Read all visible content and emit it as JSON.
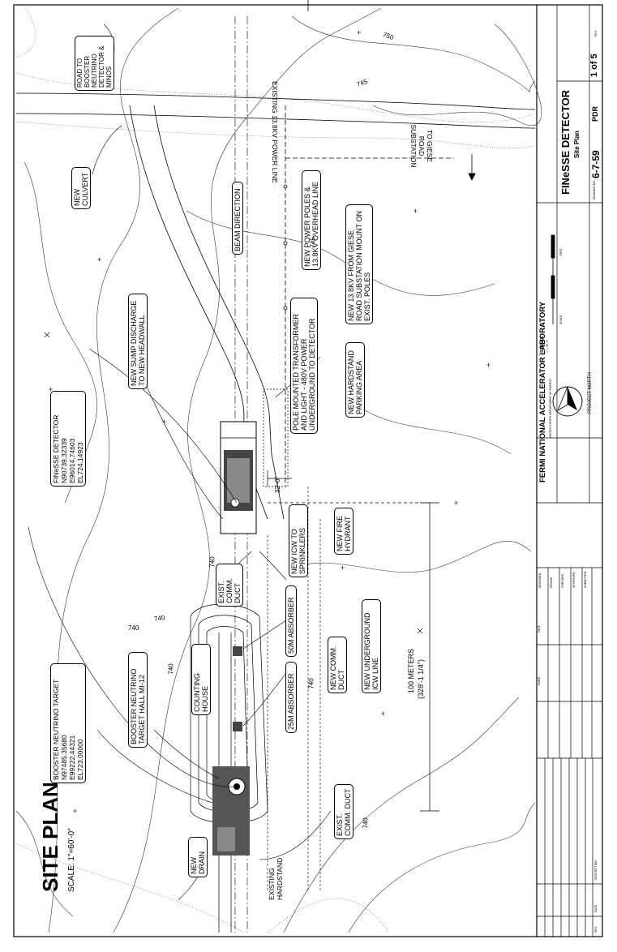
{
  "title": {
    "heading": "SITE PLAN",
    "scale": "SCALE: 1\"=60'-0\""
  },
  "title_block": {
    "lab": "FERMI NATIONAL ACCELERATOR LABORATORY",
    "dept": "UNITED STATES DEPARTMENT OF ENERGY",
    "project": "FINeSSE DETECTOR",
    "sheet_title": "Site Plan",
    "drawing_no_label": "DRAWING NO.",
    "drawing_no": "6-7-59",
    "phase": "PDR",
    "sheet": "1 of 5",
    "rev_label": "REV.",
    "signoff_labels": [
      "DESIGNED",
      "DRAWN",
      "CHECKED",
      "APPROVED",
      "SUBMITTED"
    ],
    "name_header": "NAME",
    "date_header": "DATE",
    "rev_col": "REV.",
    "date_col": "DATE",
    "desc_col": "DESCRIPTION",
    "scale_label": "SCALES",
    "scale_note": "1\" = 60'-0\"",
    "scale_feet": "FEET",
    "scale_word": "SCALE",
    "north_label": "PROJECT NORTH"
  },
  "callouts": {
    "road_to_booster": "ROAD TO BOOSTER NEUTRINO DETECTOR & MINOS",
    "new_culvert": "NEW CULVERT",
    "power_poles": "NEW POWER POLES & 13.8KV OVERHEAD LINE",
    "new_138kv": "NEW 13.8KV FROM GIESE ROAD SUBSTATION MOUNT ON EXIST. POLES",
    "pole_transformer": "POLE MOUNTED TRANSFORMER AND LIGHT - 480V POWER UNDERGROUND TO DETECTOR",
    "new_hardstand": "NEW HARDSTAND PARKING AREA",
    "new_icw": "NEW ICW TO SPRINKLERS",
    "new_fire_hydrant": "NEW FIRE HYDRANT",
    "sump_discharge": "NEW SUMP DISCHARGE TO NEW HEADWALL",
    "finesse_detector": "FINeSSE DETECTOR",
    "finesse_coords": [
      "N90739.32339",
      "E96014.74603",
      "EL724.14923"
    ],
    "exist_comm_duct_1": "EXIST. COMM. DUCT",
    "absorber_50m": "50M ABSORBER",
    "absorber_25m": "25M ABSORBER",
    "new_comm_duct": "NEW COMM. DUCT",
    "new_icw_line": "NEW UNDERGROUND ICW LINE",
    "counting_house": "COUNTING HOUSE",
    "booster_target_hall": "BOOSTER NEUTRINO TARGET HALL MI-12",
    "booster_target": "BOOSTER NEUTRINO TARGET",
    "booster_coords": [
      "N97485.35680",
      "E99222.44321",
      "EL723.00000"
    ],
    "exist_comm_duct_2": "EXIST. COMM. DUCT",
    "existing_hardstand": "EXISTING HARDSTAND",
    "new_drain": "NEW DRAIN",
    "hundred_meters": "100 METERS",
    "hundred_meters_ft": "(328'-1 1/4\")",
    "dim_32ft": "32'-0\"",
    "beam_direction": "BEAM DIRECTION",
    "existing_powerline": "EXISTING 13.8KV POWER LINE",
    "to_giese": "TO GIESE ROAD SUBSTATION",
    "contours": [
      "750",
      "745",
      "740",
      "740",
      "740",
      "740",
      "740",
      "740",
      "745"
    ]
  }
}
